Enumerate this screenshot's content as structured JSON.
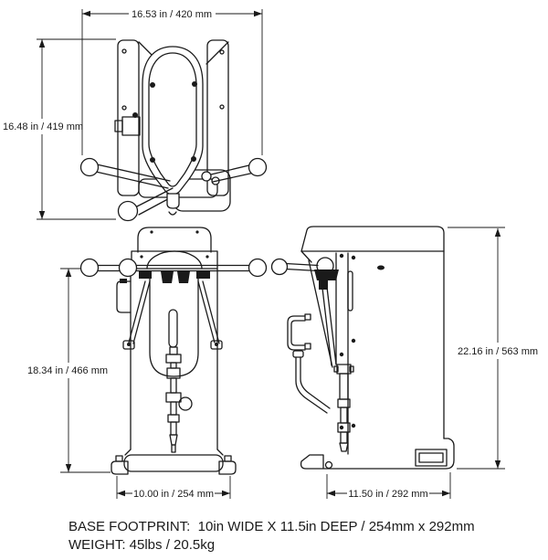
{
  "colors": {
    "line": "#1a1a1a",
    "background": "#ffffff"
  },
  "dimensions": {
    "top_width": "16.53 in / 420 mm",
    "top_depth": "16.48 in / 419 mm",
    "front_height": "18.34 in / 466 mm",
    "overall_height": "22.16 in / 563 mm",
    "base_width": "10.00 in / 254 mm",
    "base_depth": "11.50 in / 292 mm"
  },
  "footer": {
    "base_footprint": "BASE FOOTPRINT:  10in WIDE X 11.5in DEEP / 254mm x 292mm",
    "weight": "WEIGHT: 45lbs / 20.5kg"
  }
}
